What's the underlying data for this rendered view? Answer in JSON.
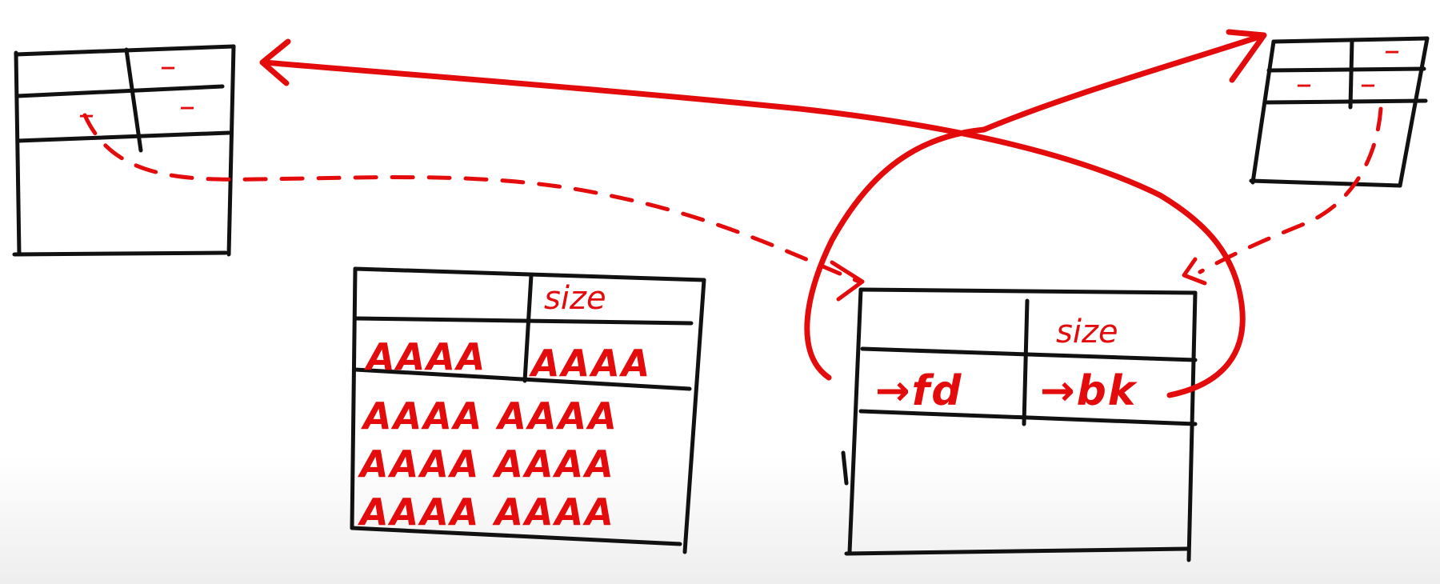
{
  "diagram": {
    "freed_chunk": {
      "size_label": "size",
      "fd_label": "→fd",
      "bk_label": "→bk"
    },
    "data_chunk": {
      "size_label": "size",
      "first_row": [
        "AAAA",
        "AAAA"
      ],
      "body_rows": [
        "AAAA AAAA",
        "AAAA AAAA",
        "AAAA AAAA"
      ]
    },
    "small_mark": "–",
    "colors": {
      "ink": "#111111",
      "accent": "#e30b0b"
    }
  }
}
